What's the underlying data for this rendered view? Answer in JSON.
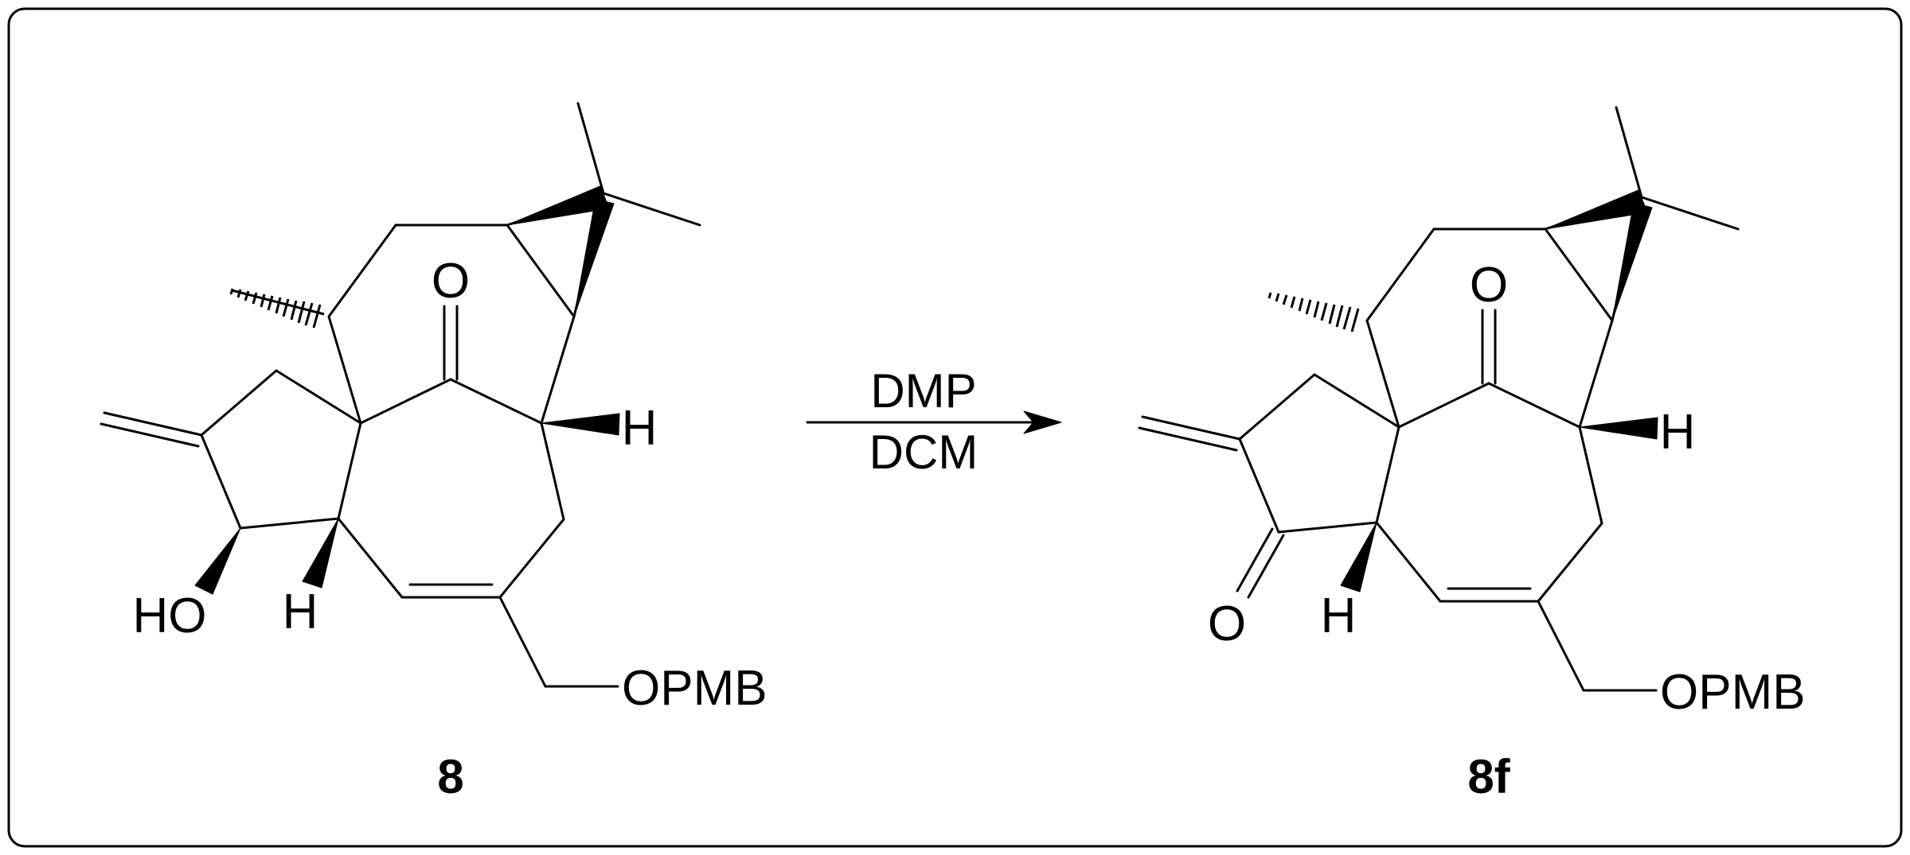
{
  "scheme": {
    "reagents": {
      "above": "DMP",
      "below": "DCM"
    },
    "starting_material": {
      "label": "8",
      "atoms": {
        "ketone_o": "O",
        "hydroxyl": "HO",
        "h_ring_fusion": "H",
        "h_bridgehead": "H",
        "ether": "OPMB"
      }
    },
    "product": {
      "label": "8f",
      "atoms": {
        "ketone_o": "O",
        "new_ketone_o": "O",
        "h_ring_fusion": "H",
        "h_bridgehead": "H",
        "ether": "OPMB"
      }
    },
    "colors": {
      "ink": "#000000",
      "background": "#ffffff"
    }
  }
}
